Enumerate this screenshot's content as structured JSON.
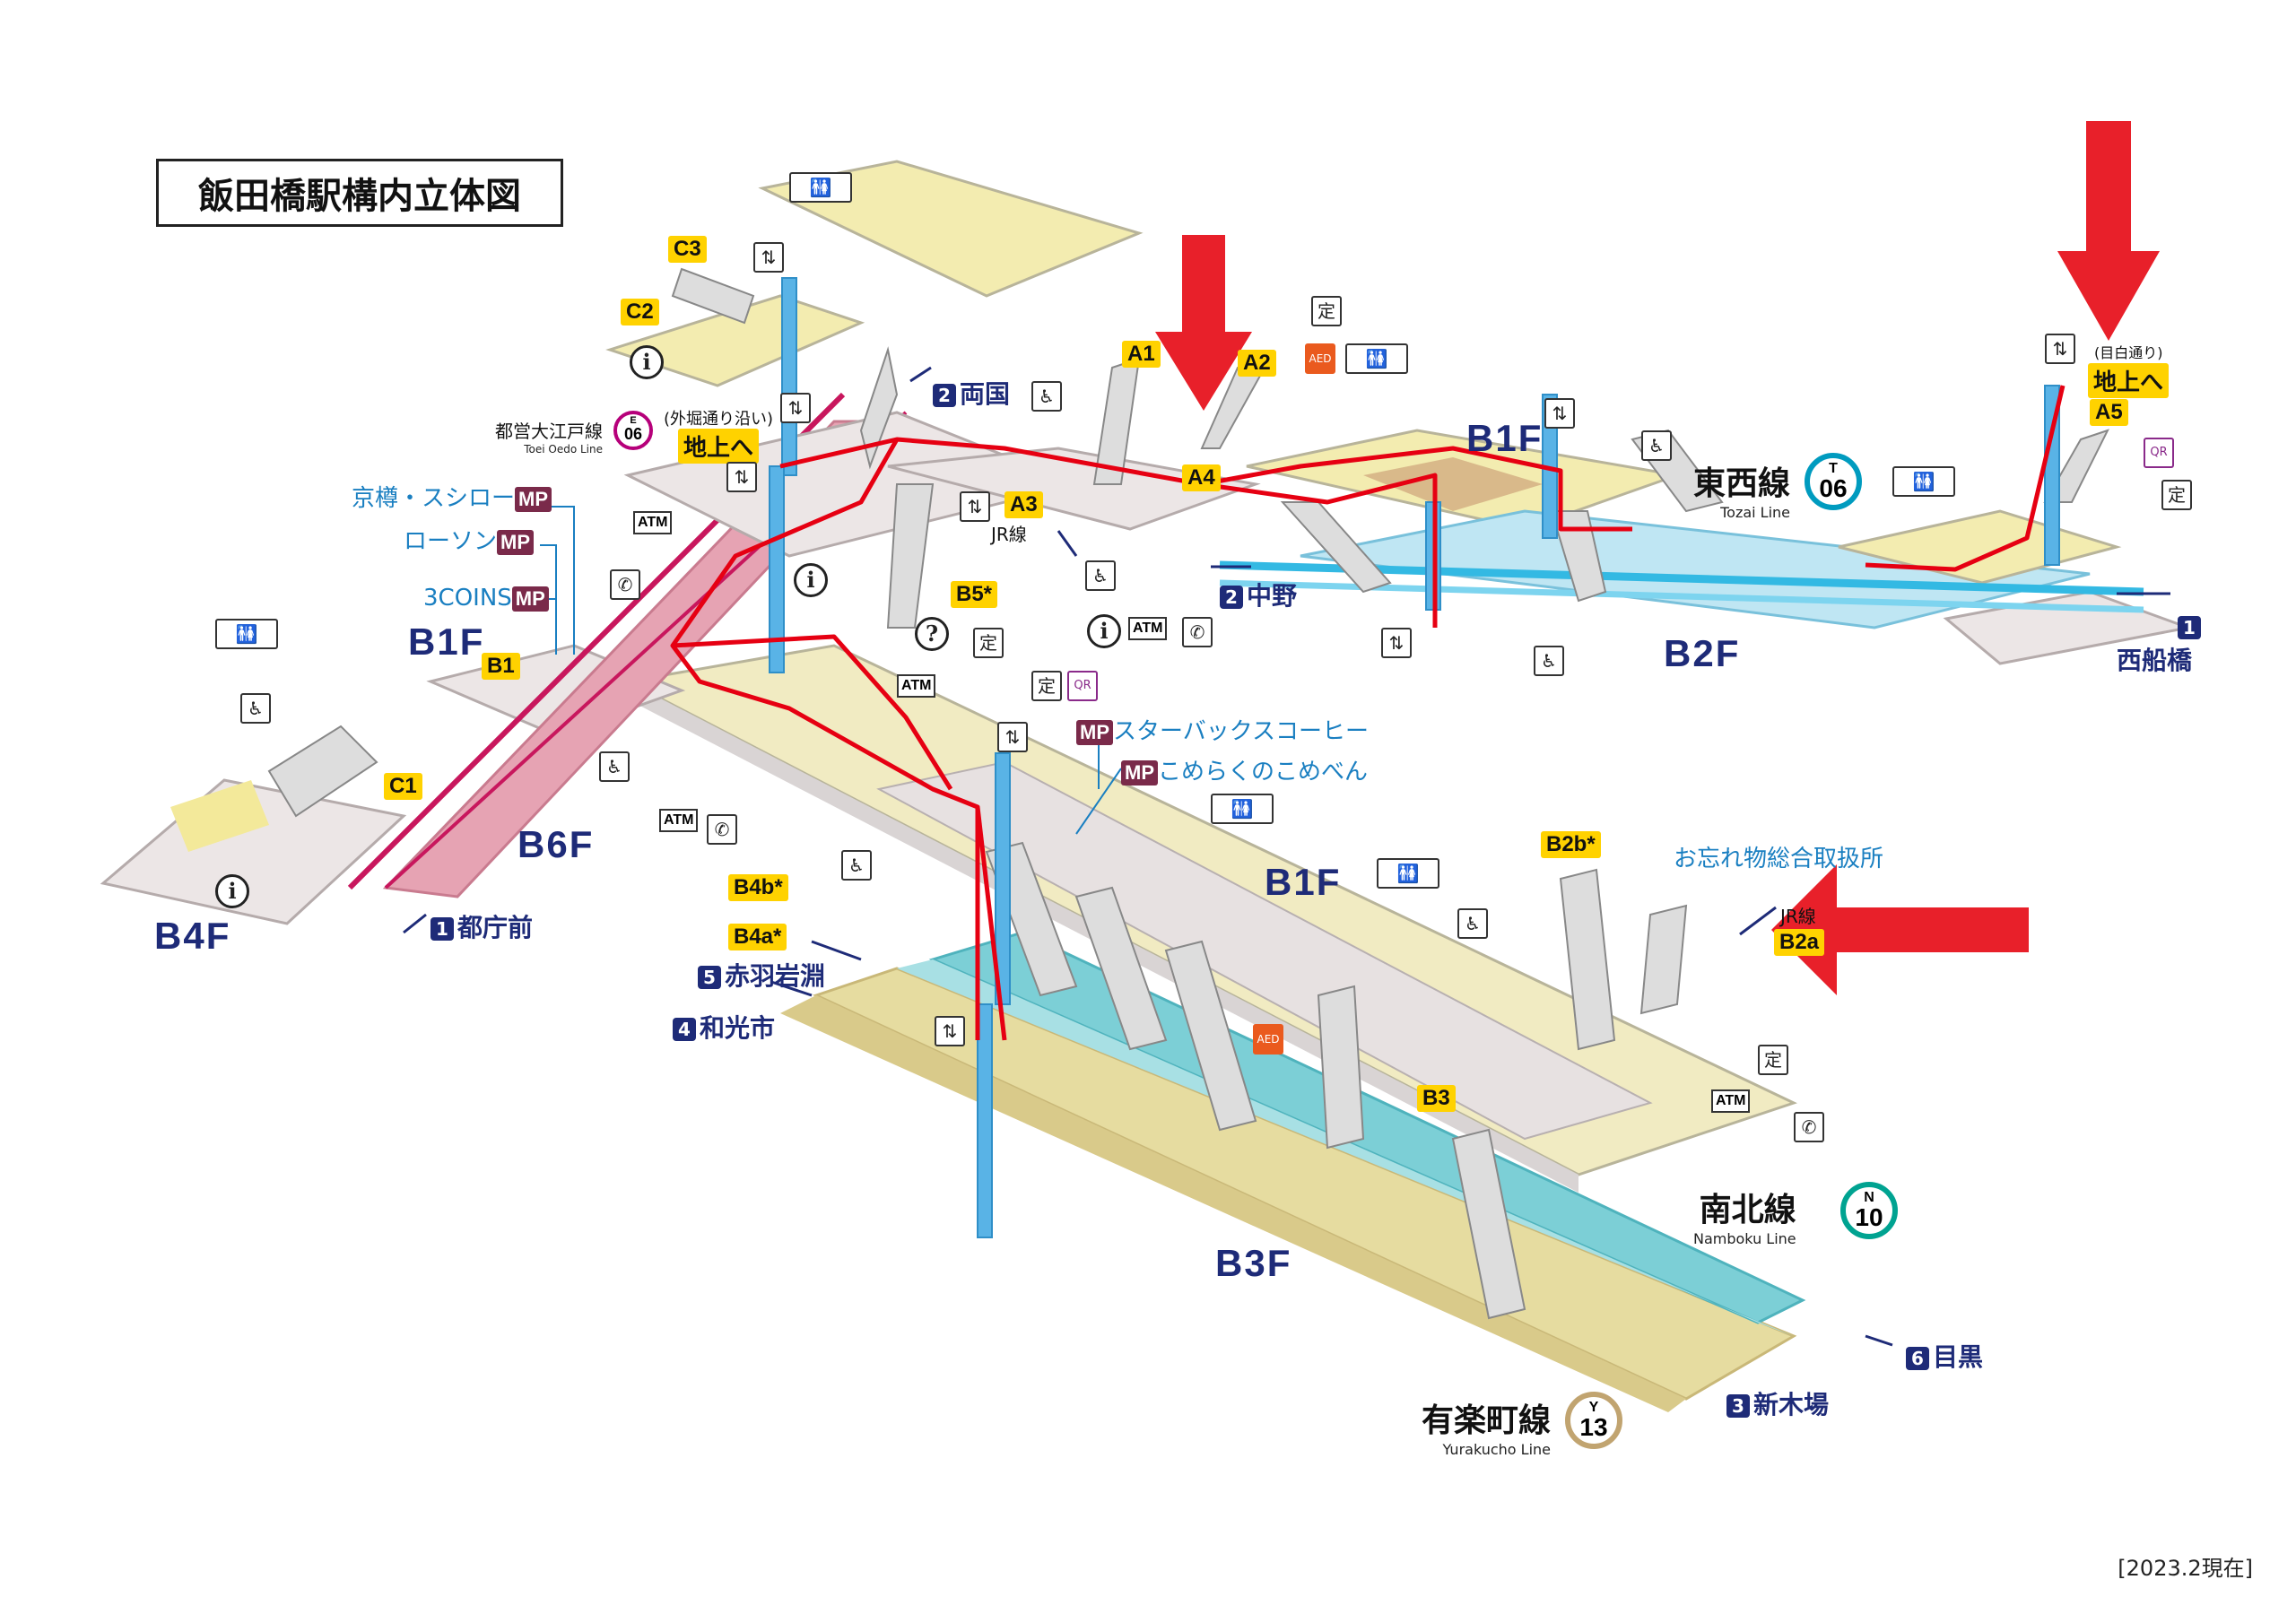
{
  "title": "飯田橋駅構内立体図",
  "date": "[2023.2現在]",
  "colors": {
    "nanboku": "#00a391",
    "yurakucho": "#c1a470",
    "oedo": "#b6007a",
    "tozai": "#009bbf",
    "route_red": "#e60012",
    "arrow_red": "#e8202a",
    "floor_text": "#1e2b78",
    "exit_yellow": "#ffd200",
    "shop_blue": "#1a7fc1"
  },
  "floors": {
    "b1f_left": "B1F",
    "b1f_mid": "B1F",
    "b1f_right": "B1F",
    "b2f": "B2F",
    "b3f": "B3F",
    "b4f": "B4F",
    "b6f": "B6F"
  },
  "exits": {
    "c3": "C3",
    "c2": "C2",
    "c1": "C1",
    "b1": "B1",
    "a1": "A1",
    "a2": "A2",
    "a3": "A3",
    "a4": "A4",
    "a5": "A5",
    "b5": "B5*",
    "b4b": "B4b*",
    "b4a": "B4a*",
    "b3": "B3",
    "b2b": "B2b*",
    "b2a": "B2a"
  },
  "ground_labels": {
    "oedo_ground_note": "(外堀通り沿い)",
    "oedo_ground": "地上へ",
    "tozai_ground_note": "(目白通り)",
    "tozai_ground": "地上へ"
  },
  "directions": {
    "ryogoku": {
      "num": "2",
      "text": "両国"
    },
    "tochomae": {
      "num": "1",
      "text": "都庁前"
    },
    "nakano": {
      "num": "2",
      "text": "中野"
    },
    "nishifunabashi": {
      "num": "1",
      "text": "西船橋"
    },
    "akabaneiwabuchi": {
      "num": "5",
      "text": "赤羽岩淵"
    },
    "wakoshi": {
      "num": "4",
      "text": "和光市"
    },
    "meguro": {
      "num": "6",
      "text": "目黒"
    },
    "shinkiba": {
      "num": "3",
      "text": "新木場"
    },
    "jr_line_a3": "JR線",
    "jr_line_b2a": "JR線"
  },
  "shops": {
    "kyotaru": {
      "name": "京樽・スシロー",
      "badge": "MP"
    },
    "lawson": {
      "name": "ローソン",
      "badge": "MP"
    },
    "3coins": {
      "name": "3COINS",
      "badge": "MP"
    },
    "starbucks": {
      "name": "スターバックスコーヒー",
      "badge": "MP"
    },
    "komeraku": {
      "name": "こめらくのこめべん",
      "badge": "MP"
    }
  },
  "lost_found": "お忘れ物総合取扱所",
  "lines": {
    "oedo": {
      "name": "都営大江戸線",
      "sub": "Toei Oedo Line",
      "letter": "E",
      "num": "06"
    },
    "tozai": {
      "name": "東西線",
      "sub": "Tozai Line",
      "letter": "T",
      "num": "06"
    },
    "nanboku": {
      "name": "南北線",
      "sub": "Namboku Line",
      "letter": "N",
      "num": "10"
    },
    "yurakucho": {
      "name": "有楽町線",
      "sub": "Yurakucho Line",
      "letter": "Y",
      "num": "13"
    }
  },
  "icons": {
    "info": "i",
    "question": "?",
    "atm": "ATM",
    "phone": "✆",
    "aed": "AED",
    "qr": "QR",
    "teiki": "定",
    "wheelchair": "♿",
    "elevator": "⇅",
    "toilet": "🚻"
  }
}
